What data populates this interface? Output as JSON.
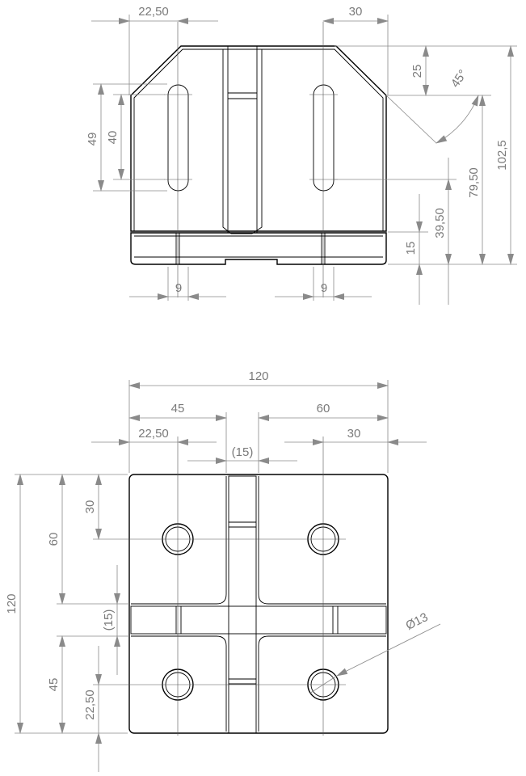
{
  "side_view": {
    "dims": {
      "slot_offset": "22,50",
      "slot_offset_right": "30",
      "chamfer_height": "25",
      "chamfer_angle": "45°",
      "overall_height": "102,5",
      "slot_top_height": "79,50",
      "slot_bottom_height": "39,50",
      "base_height": "15",
      "slot_span_outer": "49",
      "slot_span_inner": "40",
      "slot_width_left": "9",
      "slot_width_right": "9"
    }
  },
  "top_view": {
    "dims": {
      "overall_width": "120",
      "left_width": "45",
      "right_width": "60",
      "hole_offset_left": "22,50",
      "hole_offset_right": "30",
      "channel_width": "(15)",
      "overall_height": "120",
      "upper_height": "60",
      "hole_offset_top": "30",
      "channel_height": "(15)",
      "lower_height": "45",
      "hole_offset_bottom": "22,50",
      "hole_diameter": "Ø13"
    }
  }
}
